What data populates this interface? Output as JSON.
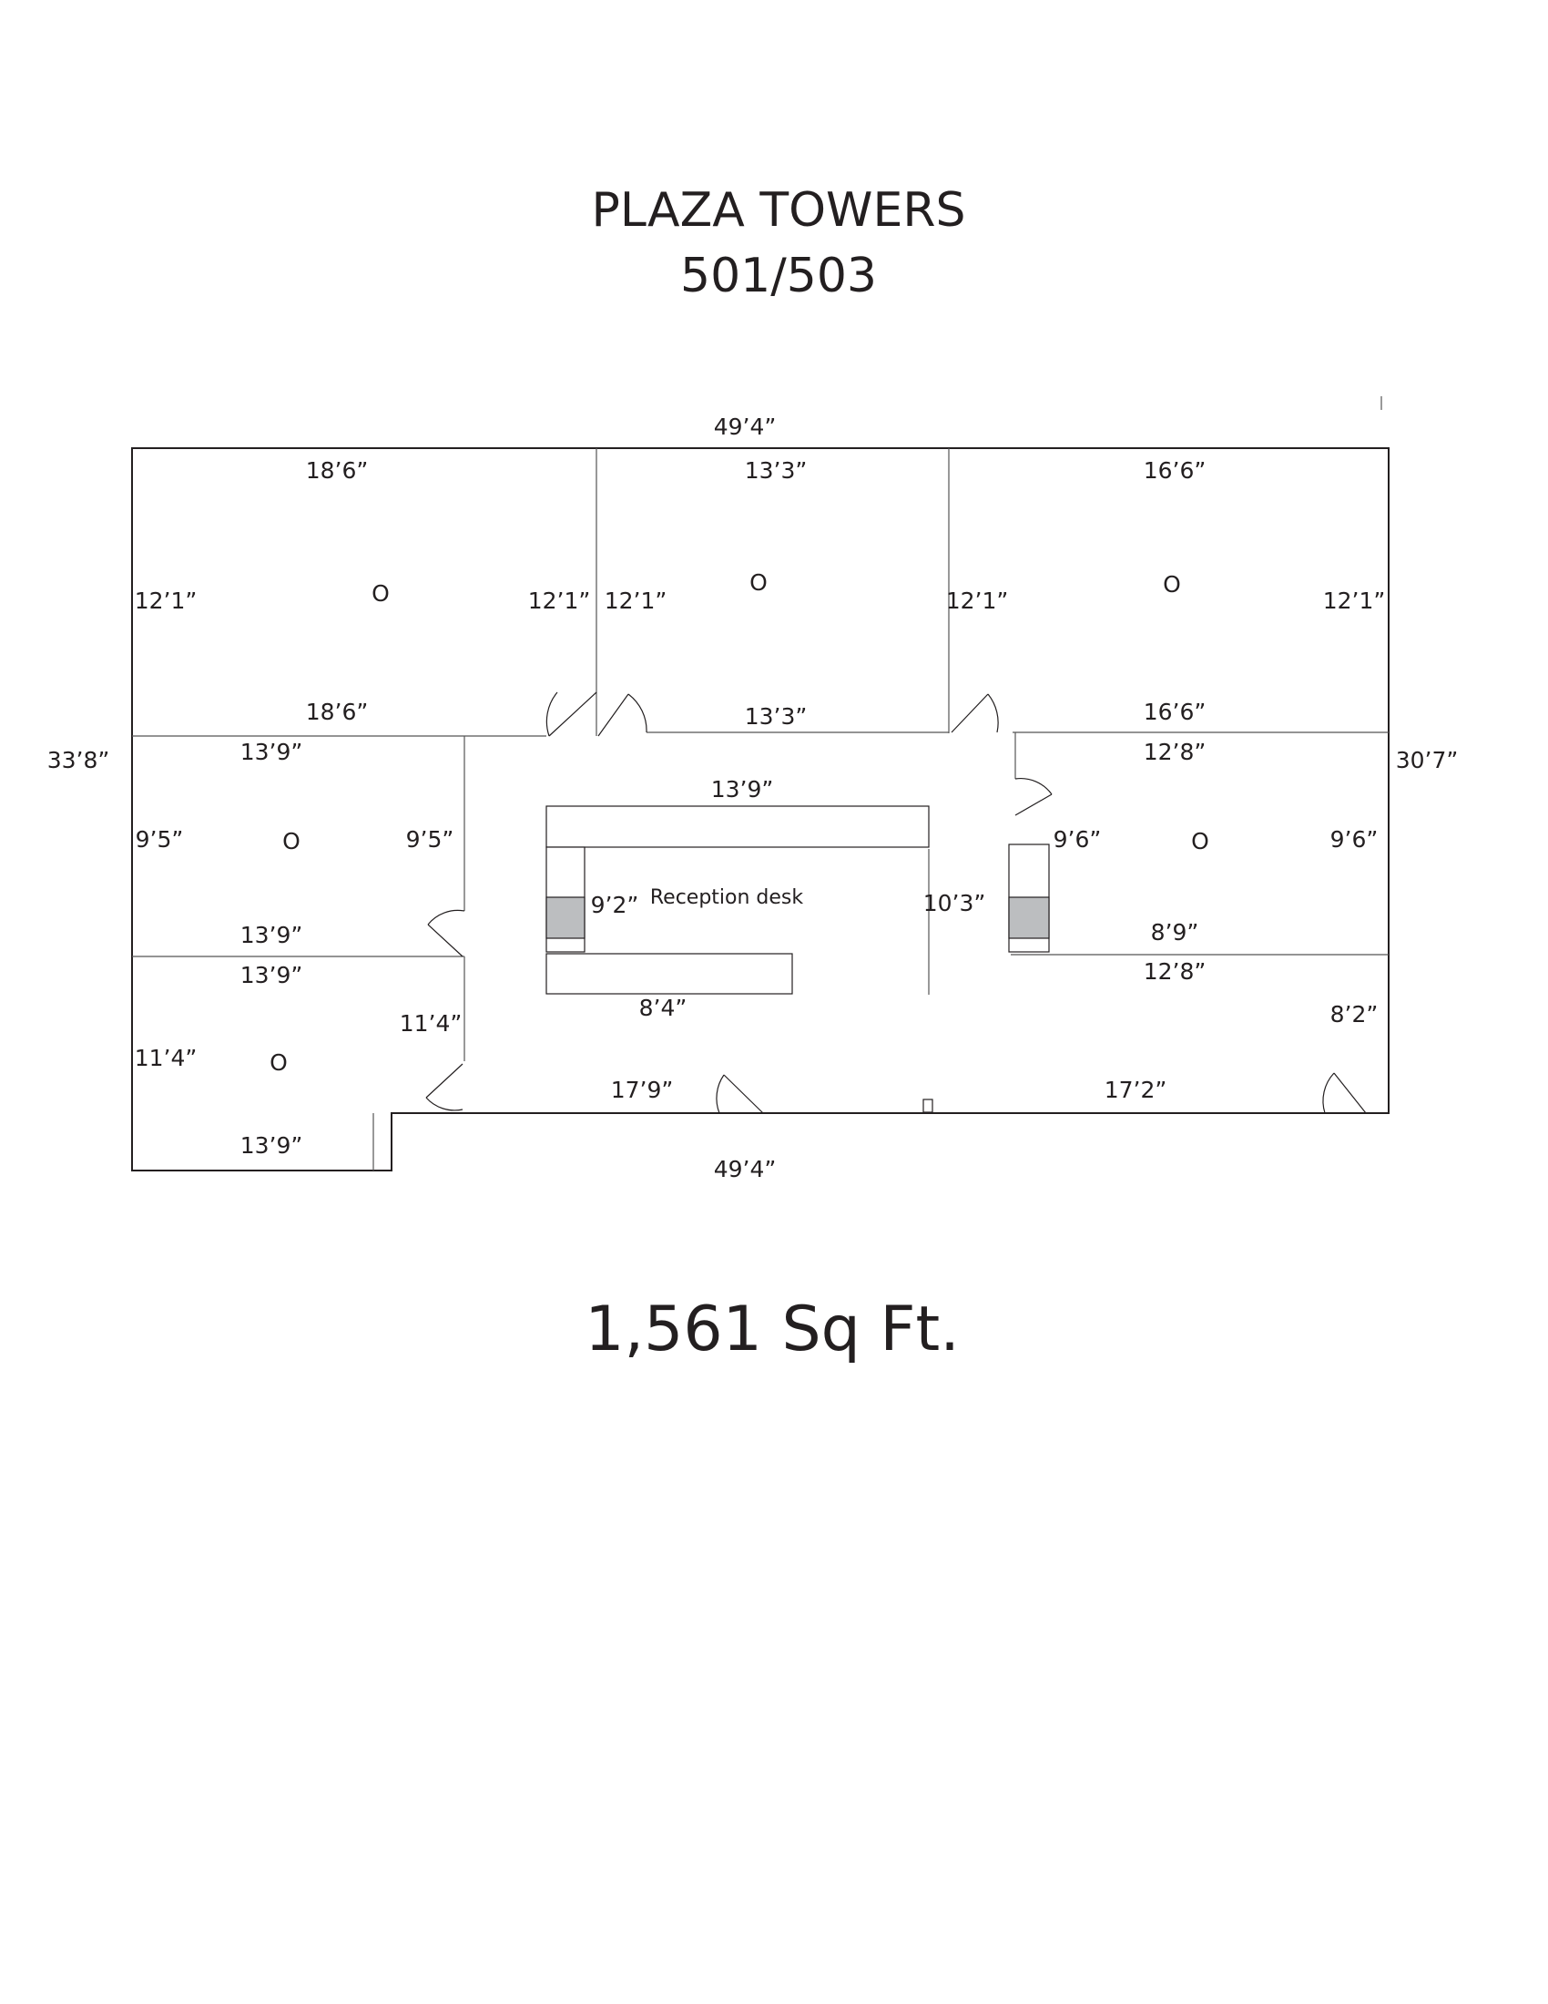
{
  "title": "PLAZA TOWERS",
  "subtitle": "501/503",
  "area": "1,561 Sq Ft.",
  "labels": {
    "reception_desk": "Reception desk",
    "room_marker": "O"
  },
  "dimensions": {
    "overall_top": "49’4”",
    "overall_bottom": "49’4”",
    "left_side": "33’8”",
    "right_side": "30’7”",
    "office1_top": "18’6”",
    "office1_bottom": "18’6”",
    "office1_left": "12’1”",
    "office1_right": "12’1”",
    "office2_top": "13’3”",
    "office2_bottom": "13’3”",
    "office2_left": "12’1”",
    "office2_right": "12’1”",
    "office3_top": "16’6”",
    "office3_bottom": "16’6”",
    "office3_right": "12’1”",
    "office4_top": "13’9”",
    "office4_bottom": "13’9”",
    "office4_left": "9’5”",
    "office4_right": "9’5”",
    "office5_top": "13’9”",
    "office5_bottom": "13’9”",
    "office5_left": "11’4”",
    "office5_right": "11’4”",
    "office6_top": "12’8”",
    "office6_bottom": "8’9”",
    "office6_left": "9’6”",
    "office6_right": "9’6”",
    "desk_top": "13’9”",
    "desk_side": "9’2”",
    "desk_bottom": "8’4”",
    "reception_depth": "10’3”",
    "lower_right_top": "12’8”",
    "lower_right_side": "8’2”",
    "corridor_left": "17’9”",
    "corridor_right": "17’2”"
  }
}
